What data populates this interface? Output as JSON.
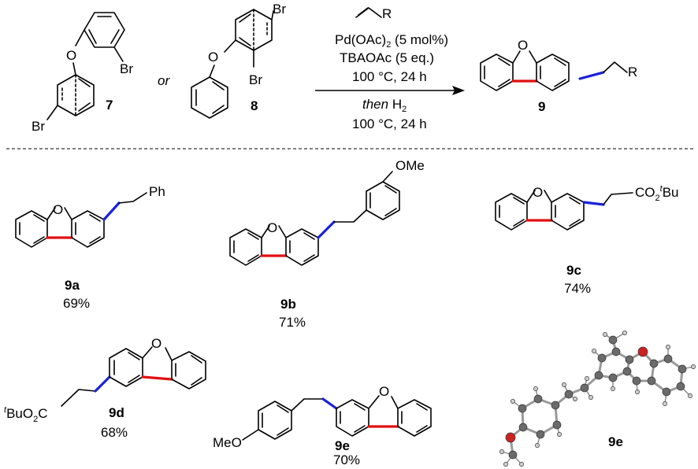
{
  "scheme": {
    "reactants": [
      {
        "id": "7",
        "substituent_labels": [
          "Br",
          "Br"
        ]
      },
      {
        "id": "8",
        "substituent_labels": [
          "Br",
          "Br"
        ]
      }
    ],
    "or_text": "or",
    "olefin_R": "R",
    "conditions": {
      "line1_main": "Pd(OAc)",
      "line1_sub": "2",
      "line1_rest": " (5 mol%)",
      "line2": "TBAOAc (5 eq.)",
      "line3": "100 °C, 24 h",
      "line4_italic": "then",
      "line4_main": " H",
      "line4_sub": "2",
      "line5": "100 °C, 24 h"
    },
    "product": {
      "id": "9",
      "R": "R",
      "O": "O"
    }
  },
  "products": [
    {
      "id": "9a",
      "yield": "69%",
      "substituent": "Ph"
    },
    {
      "id": "9b",
      "yield": "71%",
      "substituent": "OMe"
    },
    {
      "id": "9c",
      "yield": "74%",
      "substituent_main": "CO",
      "substituent_sub": "2",
      "substituent_sup": "t",
      "substituent_end": "Bu"
    },
    {
      "id": "9d",
      "yield": "68%",
      "substituent_sup": "t",
      "substituent_mid": "BuO",
      "substituent_sub": "2",
      "substituent_end": "C"
    },
    {
      "id": "9e",
      "yield": "70%",
      "substituent": "MeO"
    }
  ],
  "crystal": {
    "label": "9e"
  },
  "atom_O": "O",
  "colors": {
    "new_cc_bond": "#e01010",
    "new_alkyl_bond": "#1a22d8",
    "oxygen_atom": "#cc2222",
    "carbon_atom": "#6b6b6b",
    "hydrogen_atom": "#cfcfcf"
  }
}
